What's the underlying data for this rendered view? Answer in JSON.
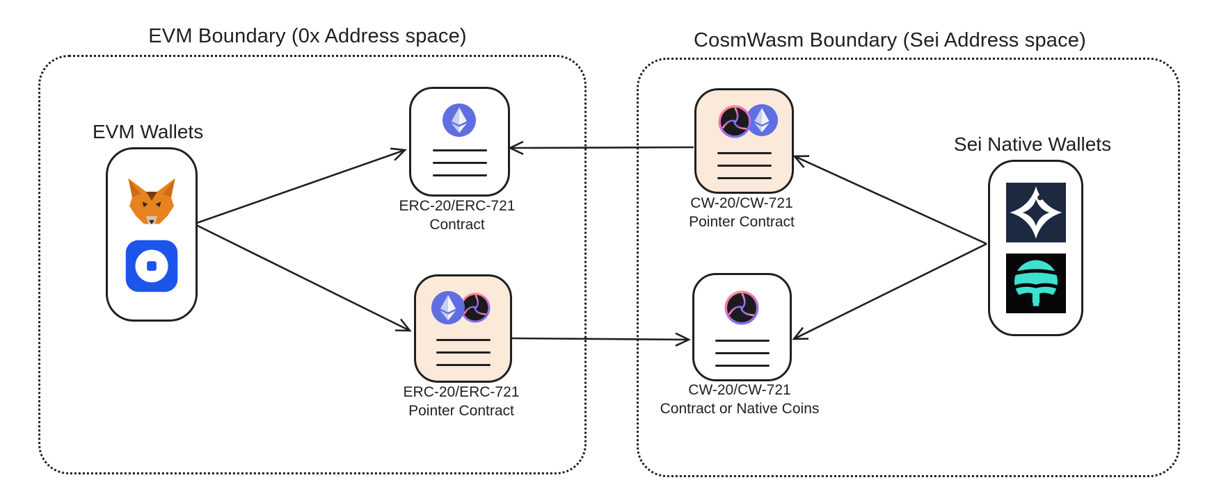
{
  "colors": {
    "ink": "#1f1f1f",
    "pointer-bg": "#fbe9d9",
    "node-bg": "#ffffff",
    "eth-blue": "#5f6ee0",
    "coinbase-blue": "#1c54ec",
    "compass-navy": "#1c2940",
    "fin-black": "#070707",
    "fin-teal": "#3ee0cf",
    "sei-dark": "#1b1b1d",
    "metamask-orange": "#e8821e"
  },
  "evm_boundary": {
    "title": "EVM Boundary (0x Address space)",
    "wallets": {
      "label": "EVM Wallets",
      "icons": [
        "metamask-icon",
        "coinbase-wallet-icon"
      ]
    },
    "erc20_contract": {
      "line1": "ERC-20/ERC-721",
      "line2": "Contract",
      "icons": [
        "ethereum-icon"
      ]
    },
    "erc20_pointer_contract": {
      "line1": "ERC-20/ERC-721",
      "line2": "Pointer Contract",
      "icons": [
        "ethereum-icon",
        "sei-icon"
      ]
    }
  },
  "cosmwasm_boundary": {
    "title": "CosmWasm Boundary (Sei Address space)",
    "wallets": {
      "label": "Sei Native Wallets",
      "icons": [
        "compass-wallet-icon",
        "fin-wallet-icon"
      ]
    },
    "cw_pointer_contract": {
      "line1": "CW-20/CW-721",
      "line2": "Pointer Contract",
      "icons": [
        "sei-icon",
        "ethereum-icon"
      ]
    },
    "cw_contract": {
      "line1": "CW-20/CW-721",
      "line2": "Contract or Native Coins",
      "icons": [
        "sei-icon"
      ]
    }
  },
  "connections": [
    {
      "from": "evm-wallets",
      "to": "erc20-contract"
    },
    {
      "from": "evm-wallets",
      "to": "erc20-pointer-contract"
    },
    {
      "from": "cw-pointer-contract",
      "to": "erc20-contract"
    },
    {
      "from": "erc20-pointer-contract",
      "to": "cw-contract"
    },
    {
      "from": "sei-native-wallets",
      "to": "cw-pointer-contract"
    },
    {
      "from": "sei-native-wallets",
      "to": "cw-contract"
    }
  ]
}
